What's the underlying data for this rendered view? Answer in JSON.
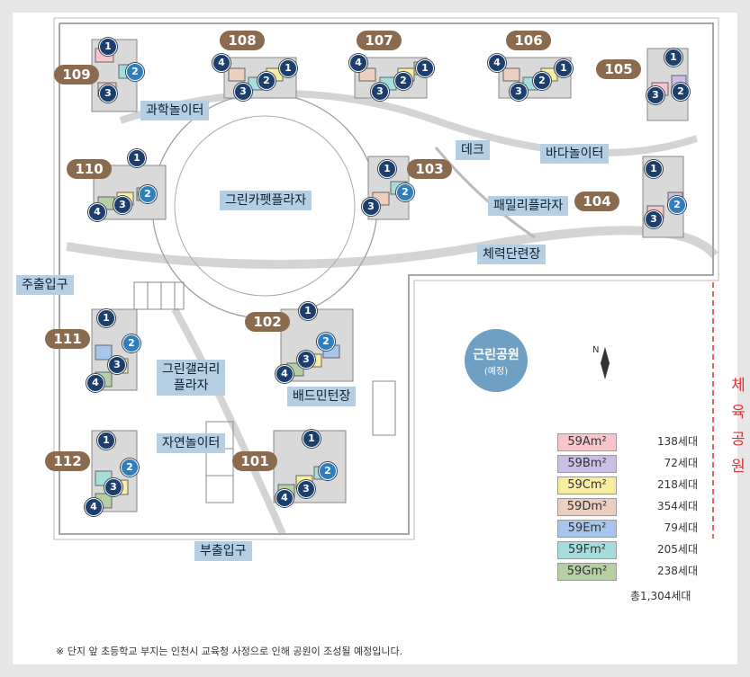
{
  "buildings": [
    "109",
    "108",
    "107",
    "106",
    "105",
    "110",
    "103",
    "104",
    "111",
    "102",
    "112",
    "101"
  ],
  "labels": {
    "science_playground": "과학놀이터",
    "green_carpet_plaza": "그린카펫플라자",
    "deck": "데크",
    "sea_playground": "바다놀이터",
    "family_plaza": "패밀리플라자",
    "fitness_area": "체력단련장",
    "main_entrance": "주출입구",
    "green_gallery_plaza": "그린갤러리\n플라자",
    "badminton_court": "배드민턴장",
    "nature_playground": "자연놀이터",
    "sub_entrance": "부출입구",
    "neighborhood_park": "근린공원",
    "neighborhood_park_note": "(예정)",
    "sports_park": "체육공원"
  },
  "units": {
    "b109": [
      "1",
      "2",
      "3"
    ],
    "b108": [
      "4",
      "3",
      "2",
      "1"
    ],
    "b107": [
      "4",
      "3",
      "2",
      "1"
    ],
    "b106": [
      "4",
      "3",
      "2",
      "1"
    ],
    "b105": [
      "1",
      "3",
      "2"
    ],
    "b110": [
      "1",
      "4",
      "3",
      "2"
    ],
    "b103": [
      "1",
      "3",
      "2"
    ],
    "b104": [
      "1",
      "3",
      "2"
    ],
    "b111": [
      "1",
      "2",
      "3",
      "4"
    ],
    "b102": [
      "1",
      "2",
      "3",
      "4"
    ],
    "b112": [
      "1",
      "2",
      "3",
      "4"
    ],
    "b101": [
      "1",
      "2",
      "3",
      "4"
    ]
  },
  "legend": [
    {
      "type": "59Am²",
      "count": "138세대",
      "color": "#f6c6cc"
    },
    {
      "type": "59Bm²",
      "count": "72세대",
      "color": "#c9bfe6"
    },
    {
      "type": "59Cm²",
      "count": "218세대",
      "color": "#f9eda2"
    },
    {
      "type": "59Dm²",
      "count": "354세대",
      "color": "#eccfc0"
    },
    {
      "type": "59Em²",
      "count": "79세대",
      "color": "#a7c6ec"
    },
    {
      "type": "59Fm²",
      "count": "205세대",
      "color": "#a7dcdc"
    },
    {
      "type": "59Gm²",
      "count": "238세대",
      "color": "#b6cfa5"
    }
  ],
  "total": "총1,304세대",
  "footnote": "※ 단지 앞 초등학교 부지는 인천시 교육청 사정으로 인해 공원이 조성될 예정입니다."
}
